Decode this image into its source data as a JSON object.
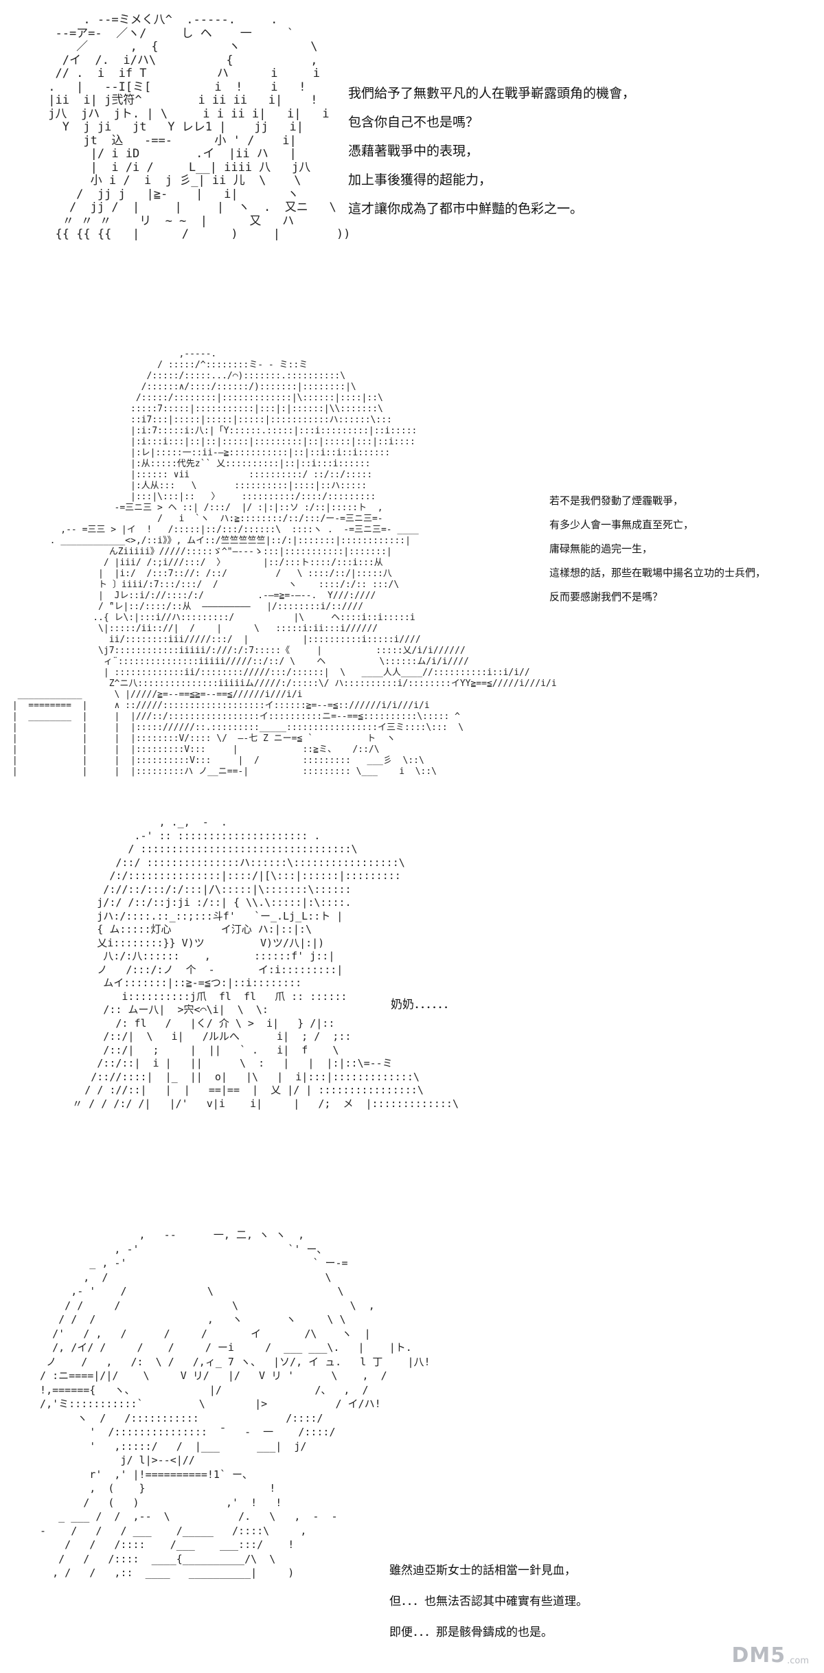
{
  "panels": [
    {
      "art": "      . --=ミメく八^  .-----.     .\n  --=ア=-  ／ヽ/     し ヘ    一     `\n     ／      ,  {          ヽ          \\\n   /イ  /.  i/ハ\\          {           ,\n  // .  i  if T          ハ      i     i\n .   |   --I[ミ[         i  !    i   !\n |ii  i| j弐符^        i ii ii   i|    !\n j八  jハ  jト. | \\     i i ii i|   i|   i\n   Y  j ji   jt   Y レレ1 |    jj   i|\n      jt  込   -==-      小 ' /    i|\n       |/ i iD        .イ  |ii ハ   |\n       |  i /i /     L__| iiii 八   j八\n       小 i /  i  j 彡_| ii 儿  \\    \\\n     /  jj j   |≧-    |   i|       ヽ\n    /  jj /  |     |     |  ヽ  .  又ニ   \\\n   〃 〃 〃    リ  ~ ~  |      又   ハ\n  {{ {{ {{   |      /      )     |        ))",
      "lines": [
        "我們給予了無數平凡的人在戰爭嶄露頭角的機會，",
        "包含你自己不也是嗎？",
        "憑藉著戰爭中的表現，",
        "加上事後獲得的超能力，",
        "這才讓你成為了都市中鮮豔的色彩之一。"
      ]
    },
    {
      "art": "                                ,-----.\n                            / :::::/^::::::::ミ- - ミ::ミ\n                          /:::::/:::::.../⌒):::::::.::::::::::\\\n                         /::::::∧/::::/::::::/):::::::|::::::::|\\\n                        /:::::/::::::::|:::::::::::::|\\::::::|::::|::\\\n                       :::::7:::::|:::::::::::|:::|:|::::::|\\\\:::::::\\\n                       ::i7:::|:::::|:::::|:::::|:::::::::::ハ::::::\\:::\n                       |:i:7:::::i:八:|「Y::::::.:::::|:::i:::::::::|::i:::::\n                       |:i:::i:::|::|::|:::::|:::::::::|::|:::::|:::|::i::::\n                       |:レ|:::::一::ii-―≧:::::::::::|::|::i::i::i::::::\n                       |:从:::::代先z`` 乂::::::::::|::|::i:::i::::::\n                       |:::::: ∨ii           ::::::::::/ ::/::/:::::\n                       |:人从:::   \\       ::::::::::|::::|::ハ:::::\n                       |:::|\\:::|::   〉    ::::::::::/::::/:::::::::\n                    -=三ニ三 > ヘ ::| /:::/  |/ :|:|::ソ :/::|:::::ト  ,\n                            /   i  `ヽ  ハ:≧::::::::/::/:::/ー-=三ニ三=-\n          ,-- =三三 > |イ  !   /:::::|::/:::/::::::\\  ::::ヽ .  -=三ニ三=- ____\n        . ____________<>,/::i》》, ムイ::/竺竺竺竺竺|::/:|:::::::|::::::::::::|\n                   んZiiiii》/////:::::ゞ^\"―---ゝ:::|:::::::::::|:::::::|\n                  / |iii/ /:;i///:::/  〉       |::/:::ト::::/:::i:::从\n                 |  |i:/  /:::7:://: /::/         /   \\ ::::/::/|:::::八\n                 ト 〕iiii/:7:::/:::/  /             ヽ    ::::/:/:: :::/\\\n                 |  Jレ::i/://::::/:/          .-―=≧=-―--.  Y///:////\n                 / ̄\"レ|::/::::/::从  ―――――――――   |/::::::::i/::////\n                ..{ レ\\:|:::i//ハ:::::::::/           |\\     ヘ::::i::i:::::i\n                 \\|:::::/ii:://|  /    |      \\   :::::i:ii:::i//////\n                   ii/::::::::iii/////:::/  |          |::::::::::i:::::i////\n                 \\j7::::::::::::iiiii/:///:/:7:::::《     |          :::::乂/i/i//////\n                  ィ¨:::::::::::::::iiiii/////::/::/ \\    ヘ          \\::::::ム/i/i////\n                  | :::::::::::::ii/:::::::://///:::/::::::|  \\   ____人人____//::::::::::i::i/i//\n                   Z^ニ八:::::::::::::::iiiiiム/////:/:::::\\/ ハ::::::::::i/::::::::イYY≧==≦/////i///i/i\n  ____________      \\ |/////≧=--==≦≧=--==≦//////i///i/i\n |  ========  |     ∧ :://///:::::::::::::::::::イ::::::≧=--=≦:://////i/i///i/i\n |  ________  |     |  |///::/:::::::::::::::::イ::::::::::ニ=--==≦::::::::::\\::::: ^\n |            |     |  |::::://////::.:::::::::_____:::::::::::::::::イ三ミ::::\\:::  \\\n |            |     |  |::::::::V/:::: \\/  ―-七 Z ニー=≦ `          ト  ヽ\n |            |     |  |:::::::::V:::     |            ::≧ミ、   /::/\\ \n |            |     |  |::::::::::V:::     |  /        :::::::::   ___彡  \\::\\ \n |            |     |  |:::::::::ハ ノ__ニ==-|          ::::::::: \\___    i  \\::\\",
      "lines": [
        "若不是我們發動了煙霾戰爭，",
        "有多少人會一事無成直至死亡，",
        "庸碌無能的過完一生，",
        "這樣想的話，那些在戰場中揚名立功的士兵們，",
        "反而要感謝我們不是嗎？"
      ]
    },
    {
      "art": "                   , ._,  -  .\n               .-' :: ::::::::::::::::::::: .\n              / ::::::::::::::::::::::::::::::::::\\\n            /::/ :::::::::::::::ハ::::::\\:::::::::::::::::\\\n           /:/:::::::::::::::|::::/|[\\:::|::::::|:::::::::\n          /://::/:::/:/:::|/\\:::::|\\:::::::\\::::::\n         j/:/ /::/::j:ji :/::| { \\\\.\\:::::|:\\::::.\n         jハ:/::::.::_::;:::斗f'   `ー_.Lj_L::ト |\n         { ム:::::灯心        イ汀心 ハ:|::|:\\\n         乂i::::::::}} V)ツ         V)ツ/八|:|)  \n          八:/:八::::::    ,       ::::::f' j::|\n         ノ   /:::/:ノ  个  ‐       イ:i:::::::::|\n          ムイ:::::::|::≧-=≦つ:|::i::::::::\n             i::::::::::j爪  fl  fl   爪 :: ::::::\n          /:: ムー八|  >宍<⌒\\i|  \\  \\:\n            /: fl   /   |く/ 介 \\ >  i|   } /|::\n          /::/|  \\   i|   /ルルへ      i|  ; /  ;::\n          /::/|   ;     |  ||   ` .   i|  f    \\\n         /::/::|  i |   ||      \\  :   |   |  |:|::\\=--ミ\n        /:://::::|  |_  ||  o|   |\\   |  i|:::|:::::::::::::\\\n       / / ://::|   |  |   ==|==  |  乂 |/ | ::::::::::::::::\\\n     〃 / / /:/ /|   |/'   v|i    i|     |   /;  メ  |:::::::::::::\\",
      "lines": [
        "奶奶．．．．．．"
      ]
    },
    {
      "art": "                  ,   --      一, 二, ヽ ヽ  ,\n              , -'                        `' ー、\n          _ , -'                              ` ー-=\n         ,  /                                   \\\n       ,- '    /             \\                    \\\n      / /     /                  \\                  \\  ,\n     / /  /                  ,   ヽ       ヽ     \\ \\\n    /'   / ,   /      /     /       イ       /\\    ヽ  |\n    /, /イ/ /     /    /     / ーi     /  ___ ___\\.   |    |ト.\n   ノ    /   ,   /:  \\ /   /,ィ_ 7 ヽ、  |ソ/, イ ュ.   l 丁    |八!\n  / :ニ====|/|/    \\     V リ/   |/   V リ '      \\    ,  /\n  !,======{   ヽ、            |/               /、  ,  /\n  /,'ミ:::::::::::`         \\        |>           / イ/ハ!\n        ヽ  /   /:::::::::::              /::::/\n          '  /:::::::::::::::  ̄    -  一    /::::/\n          '   ,:::::/   /  |___      ___|  j/\n               j/ l|>--<|//\n          r'  ,' |!==========!1` ー、\n          ,  (    }                    !\n         /   (   )              ,'  !   !\n     _ ___ /  /  ,--  \\           /.   \\   ,  -  -\n  -    /   /   / ___    /_____   /::::\\     ,\n      /   /   /::::    /___    ___:::/    !\n     /   /   /::::  ____{__________/\\  \\\n    , /   /   ,::  ____   __________|     )",
      "lines": [
        "雖然迪亞斯女士的話相當一針見血，",
        "但．．．也無法否認其中確實有些道理。",
        "即便．．．那是骸骨鑄成的也是。"
      ]
    }
  ],
  "watermark": {
    "main": "DM5",
    "sub": ".com"
  }
}
